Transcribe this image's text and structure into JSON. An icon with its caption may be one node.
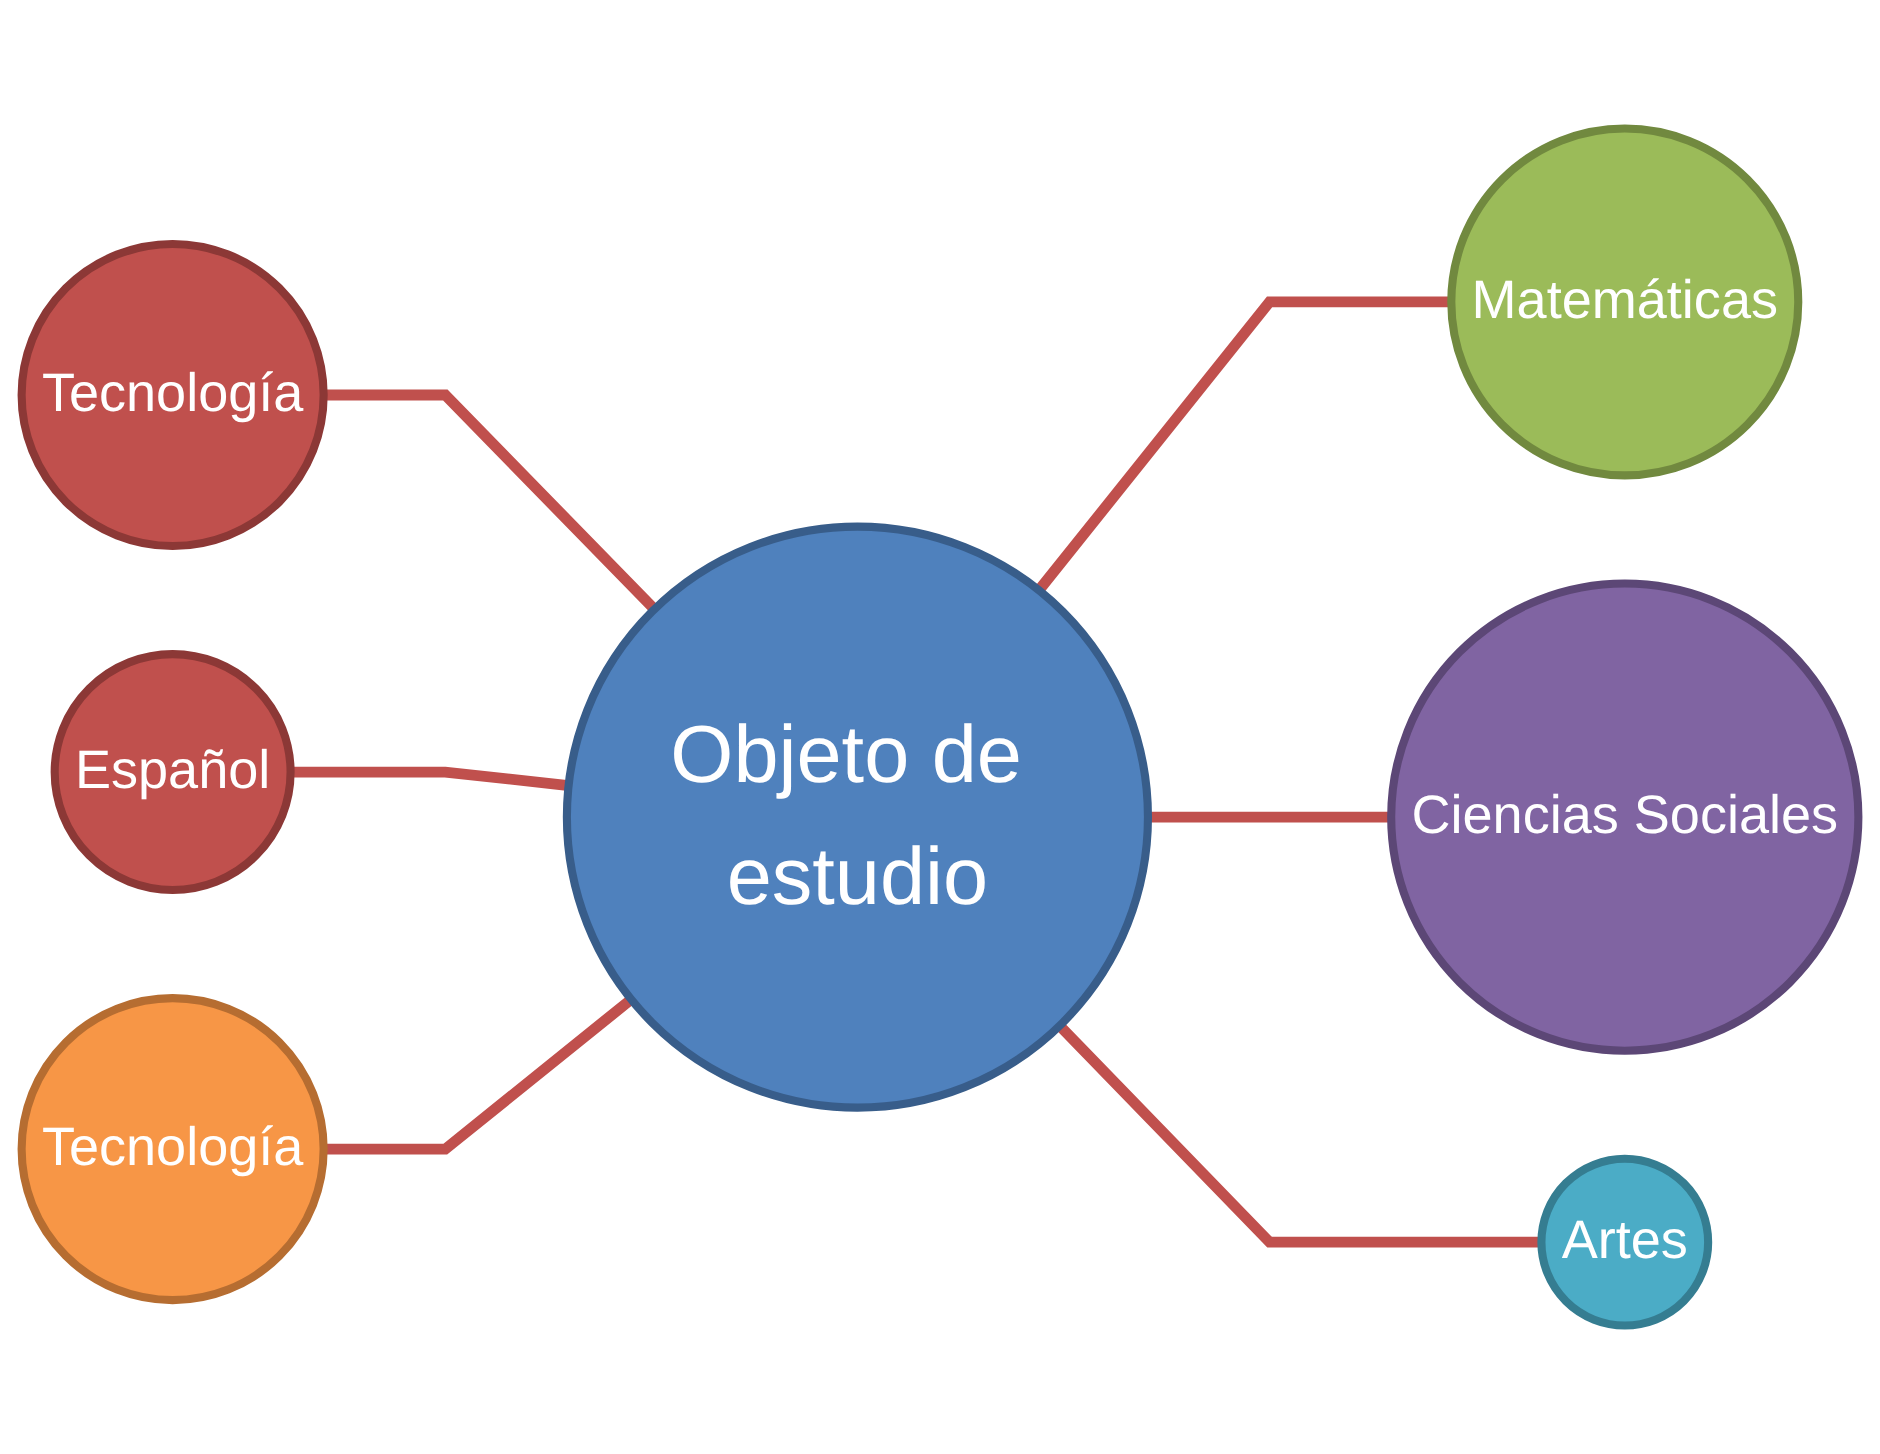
{
  "diagram": {
    "nodes": [
      {
        "text": [
          "Tecnología"
        ]
      },
      {
        "text": [
          "Matemáticas"
        ]
      },
      {
        "text": [
          "Español"
        ]
      },
      {
        "text": [
          "Objeto de estudio"
        ]
      },
      {
        "text": [
          "Ciencias Sociales"
        ]
      },
      {
        "text": [
          "Tecnología"
        ]
      },
      {
        "text": [
          "Artes"
        ]
      }
    ],
    "edges": [
      {
        "from": 0,
        "to": 3,
        "arrow": "none"
      },
      {
        "from": 3,
        "to": 1,
        "arrow": "none"
      },
      {
        "from": 2,
        "to": 3,
        "arrow": "none"
      },
      {
        "from": 3,
        "to": 4,
        "arrow": "none"
      },
      {
        "from": 5,
        "to": 3,
        "arrow": "none"
      },
      {
        "from": 3,
        "to": 6,
        "arrow": "none"
      }
    ]
  }
}
